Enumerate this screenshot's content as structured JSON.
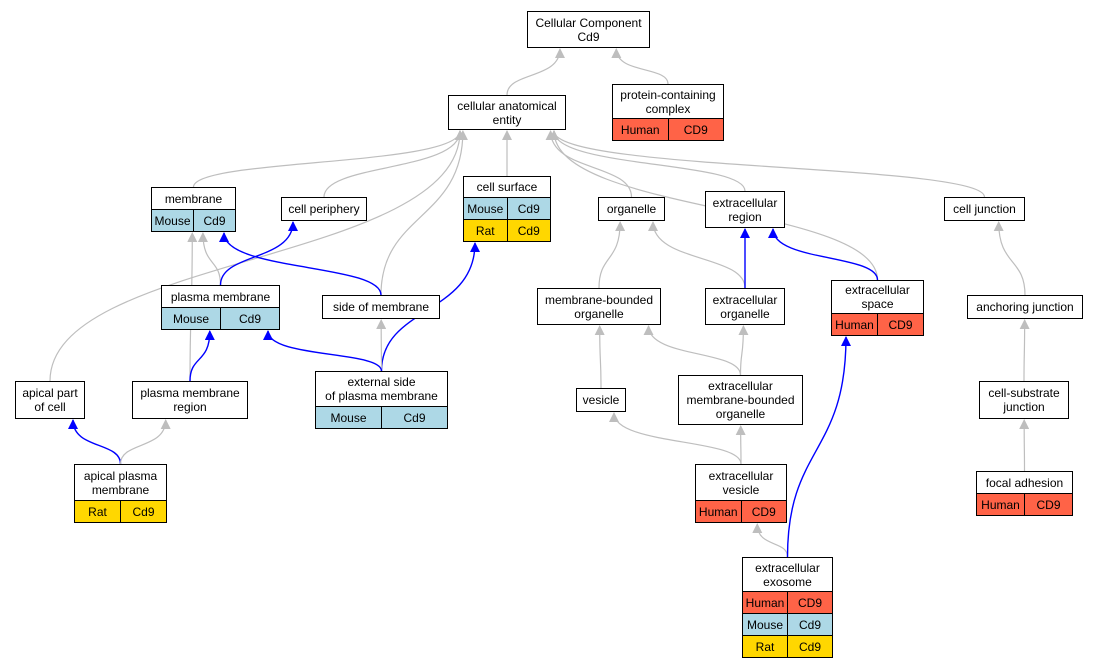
{
  "colors": {
    "Human": "#ff6347",
    "Mouse": "#add8e6",
    "Rat": "#ffd700",
    "edge_gray": "#bebebe",
    "edge_blue": "#0000ff"
  },
  "nodes": {
    "root": {
      "label": "Cellular Component\nCd9",
      "rows": []
    },
    "pcc": {
      "label": "protein-containing\ncomplex",
      "rows": [
        [
          "Human",
          "CD9"
        ]
      ]
    },
    "cae": {
      "label": "cellular anatomical\nentity",
      "rows": []
    },
    "mem": {
      "label": "membrane",
      "rows": [
        [
          "Mouse",
          "Cd9"
        ]
      ]
    },
    "cper": {
      "label": "cell periphery",
      "rows": []
    },
    "csurf": {
      "label": "cell surface",
      "rows": [
        [
          "Mouse",
          "Cd9"
        ],
        [
          "Rat",
          "Cd9"
        ]
      ]
    },
    "org": {
      "label": "organelle",
      "rows": []
    },
    "exreg": {
      "label": "extracellular\nregion",
      "rows": []
    },
    "cj": {
      "label": "cell junction",
      "rows": []
    },
    "pm": {
      "label": "plasma membrane",
      "rows": [
        [
          "Mouse",
          "Cd9"
        ]
      ]
    },
    "som": {
      "label": "side of membrane",
      "rows": []
    },
    "mbo": {
      "label": "membrane-bounded\norganelle",
      "rows": []
    },
    "exorg": {
      "label": "extracellular\norganelle",
      "rows": []
    },
    "exsp": {
      "label": "extracellular\nspace",
      "rows": [
        [
          "Human",
          "CD9"
        ]
      ]
    },
    "aj": {
      "label": "anchoring junction",
      "rows": []
    },
    "apc": {
      "label": "apical part\nof cell",
      "rows": []
    },
    "pmr": {
      "label": "plasma membrane\nregion",
      "rows": []
    },
    "espm": {
      "label": "external side\nof plasma membrane",
      "rows": [
        [
          "Mouse",
          "Cd9"
        ]
      ]
    },
    "ves": {
      "label": "vesicle",
      "rows": []
    },
    "exmbo": {
      "label": "extracellular\nmembrane-bounded\norganelle",
      "rows": []
    },
    "csj": {
      "label": "cell-substrate\njunction",
      "rows": []
    },
    "apm": {
      "label": "apical plasma\nmembrane",
      "rows": [
        [
          "Rat",
          "Cd9"
        ]
      ]
    },
    "exves": {
      "label": "extracellular\nvesicle",
      "rows": [
        [
          "Human",
          "CD9"
        ]
      ]
    },
    "fa": {
      "label": "focal adhesion",
      "rows": [
        [
          "Human",
          "CD9"
        ]
      ]
    },
    "exo": {
      "label": "extracellular\nexosome",
      "rows": [
        [
          "Human",
          "CD9"
        ],
        [
          "Mouse",
          "Cd9"
        ],
        [
          "Rat",
          "Cd9"
        ]
      ]
    }
  },
  "edges": [
    {
      "from": "cae",
      "to": "root",
      "kind": "is_a"
    },
    {
      "from": "pcc",
      "to": "root",
      "kind": "is_a"
    },
    {
      "from": "apc",
      "to": "cae",
      "kind": "is_a"
    },
    {
      "from": "mem",
      "to": "cae",
      "kind": "is_a"
    },
    {
      "from": "cper",
      "to": "cae",
      "kind": "is_a"
    },
    {
      "from": "som",
      "to": "cae",
      "kind": "is_a"
    },
    {
      "from": "csurf",
      "to": "cae",
      "kind": "is_a"
    },
    {
      "from": "org",
      "to": "cae",
      "kind": "is_a"
    },
    {
      "from": "exreg",
      "to": "cae",
      "kind": "is_a"
    },
    {
      "from": "exsp",
      "to": "cae",
      "kind": "is_a"
    },
    {
      "from": "cj",
      "to": "cae",
      "kind": "is_a"
    },
    {
      "from": "pm",
      "to": "mem",
      "kind": "is_a"
    },
    {
      "from": "pmr",
      "to": "mem",
      "kind": "is_a"
    },
    {
      "from": "som",
      "to": "mem",
      "kind": "part_of"
    },
    {
      "from": "pm",
      "to": "cper",
      "kind": "part_of"
    },
    {
      "from": "espm",
      "to": "csurf",
      "kind": "part_of"
    },
    {
      "from": "espm",
      "to": "som",
      "kind": "is_a"
    },
    {
      "from": "espm",
      "to": "pm",
      "kind": "part_of"
    },
    {
      "from": "pmr",
      "to": "pm",
      "kind": "part_of"
    },
    {
      "from": "apm",
      "to": "apc",
      "kind": "part_of"
    },
    {
      "from": "apm",
      "to": "pmr",
      "kind": "is_a"
    },
    {
      "from": "mbo",
      "to": "org",
      "kind": "is_a"
    },
    {
      "from": "exorg",
      "to": "org",
      "kind": "is_a"
    },
    {
      "from": "exorg",
      "to": "exreg",
      "kind": "part_of"
    },
    {
      "from": "exsp",
      "to": "exreg",
      "kind": "part_of"
    },
    {
      "from": "ves",
      "to": "mbo",
      "kind": "is_a"
    },
    {
      "from": "exmbo",
      "to": "mbo",
      "kind": "is_a"
    },
    {
      "from": "exmbo",
      "to": "exorg",
      "kind": "is_a"
    },
    {
      "from": "exves",
      "to": "ves",
      "kind": "is_a"
    },
    {
      "from": "exves",
      "to": "exmbo",
      "kind": "is_a"
    },
    {
      "from": "exo",
      "to": "exves",
      "kind": "is_a"
    },
    {
      "from": "exo",
      "to": "exsp",
      "kind": "part_of"
    },
    {
      "from": "aj",
      "to": "cj",
      "kind": "is_a"
    },
    {
      "from": "csj",
      "to": "aj",
      "kind": "is_a"
    },
    {
      "from": "fa",
      "to": "csj",
      "kind": "is_a"
    }
  ]
}
